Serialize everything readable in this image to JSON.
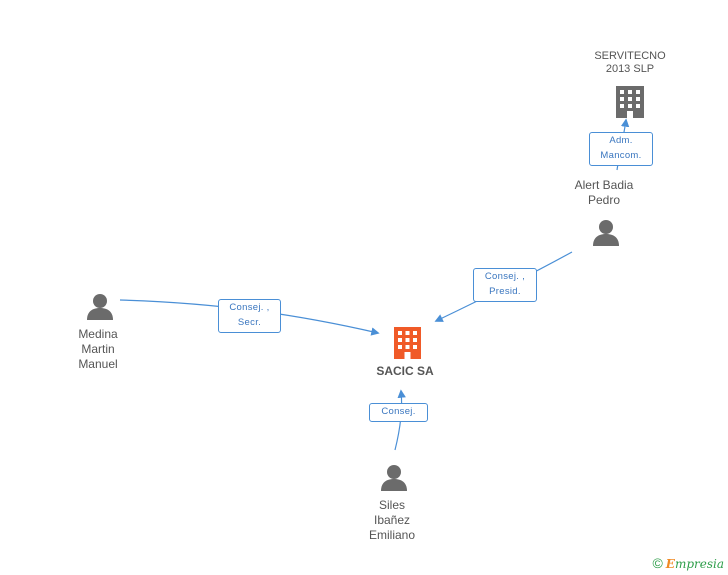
{
  "nodes": {
    "servitecno": {
      "label": "SERVITECNO\n2013 SLP"
    },
    "alert": {
      "label": "Alert Badia\nPedro"
    },
    "medina": {
      "label": "Medina\nMartin\nManuel"
    },
    "sacic": {
      "label": "SACIC SA"
    },
    "siles": {
      "label": "Siles\nIbañez\nEmiliano"
    }
  },
  "relations": {
    "alert_servitecno": "Adm.\nMancom.",
    "alert_sacic": "Consej. ,\nPresid.",
    "medina_sacic": "Consej. ,\nSecr.",
    "siles_sacic": "Consej."
  },
  "footer": {
    "copyright": "©",
    "brand_first": "E",
    "brand_rest": "mpresia"
  },
  "colors": {
    "center_company": "#f05a28",
    "company": "#6b6b6b",
    "person": "#6b6b6b",
    "edge": "#4a8fd6"
  }
}
